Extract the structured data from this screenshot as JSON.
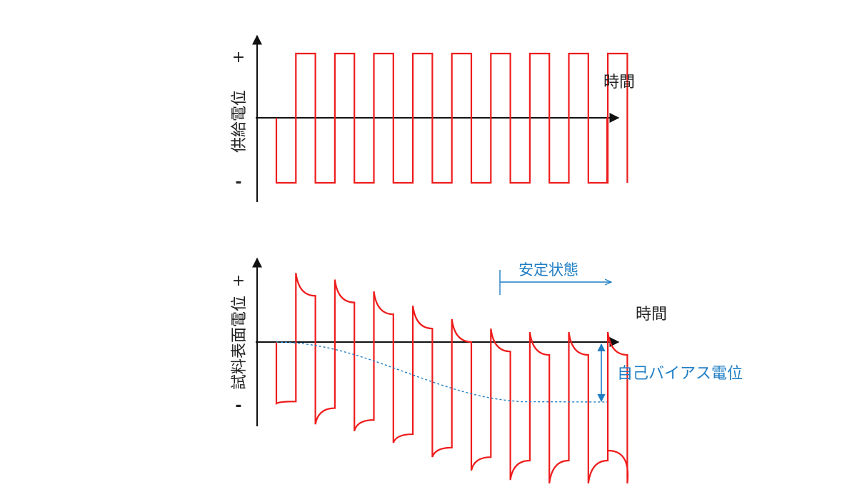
{
  "colors": {
    "axis": "#111111",
    "signal": "#ee1c1c",
    "annotation": "#1f7ec4"
  },
  "top_chart": {
    "y_label": "供給電位",
    "plus_sign": "+",
    "minus_sign": "-",
    "time_label": "時間",
    "cycles": 9
  },
  "bottom_chart": {
    "y_label": "試料表面電位",
    "plus_sign": "+",
    "minus_sign": "-",
    "time_label": "時間",
    "cycles": 9,
    "steady_state_label": "安定状態",
    "self_bias_label": "自己バイアス電位"
  }
}
